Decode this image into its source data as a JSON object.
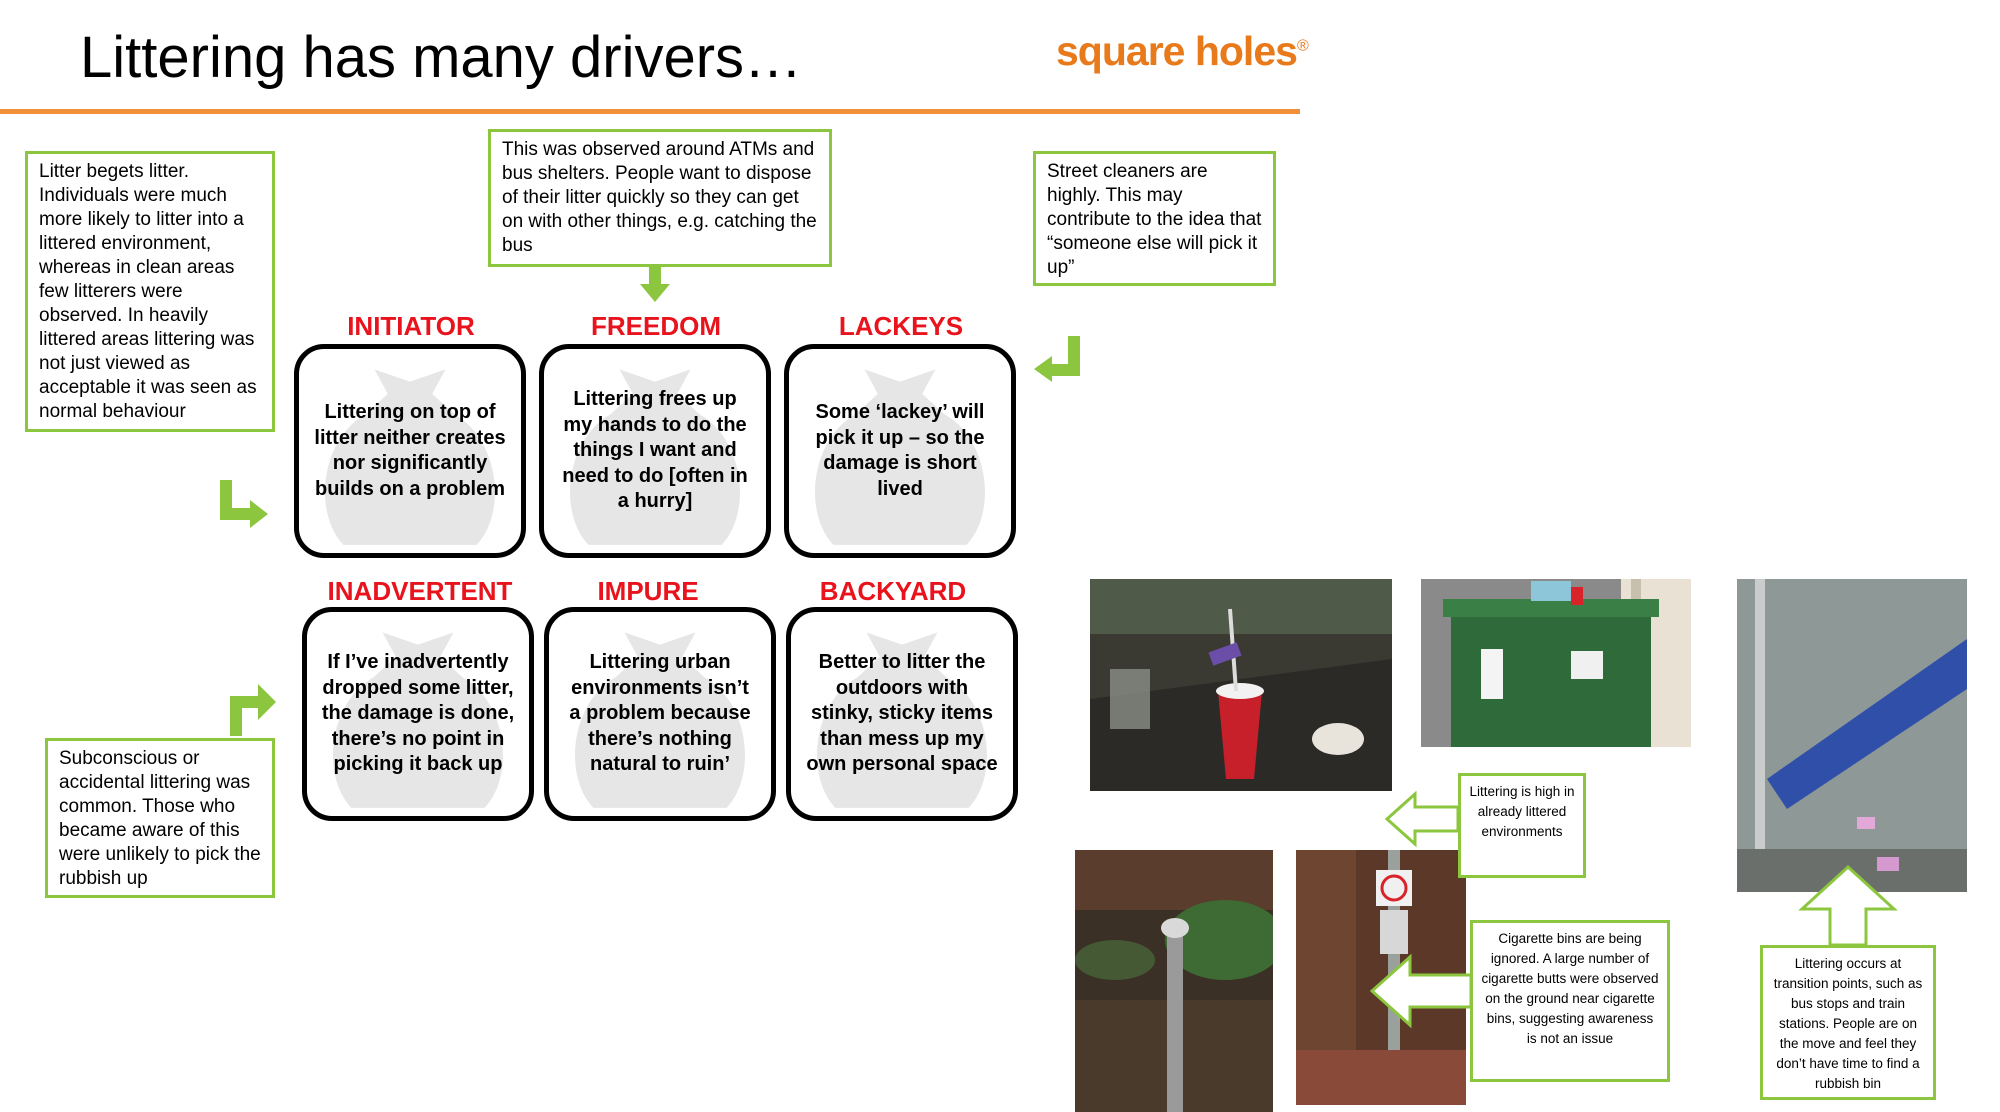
{
  "title": "Littering has many drivers…",
  "logo": {
    "text": "square holes",
    "mark": "®"
  },
  "colors": {
    "accent_rule": "#f0913a",
    "note_border": "#8cc63f",
    "label_red": "#e8131c",
    "logo_orange": "#e87a1c"
  },
  "notes": {
    "initiator": "Litter begets litter. Individuals were much more likely to litter into a littered environment, whereas in clean areas few litterers were observed. In heavily littered areas littering was not just viewed as acceptable it was seen as normal behaviour",
    "freedom": "This was observed around  ATMs and bus shelters. People want to dispose of their litter quickly so they can get on with other things, e.g. catching the bus",
    "lackeys": "Street cleaners are highly. This may contribute to the idea that “someone else will pick it up”",
    "inadvertent": "Subconscious or accidental littering was common. Those who became aware of this were unlikely to pick the rubbish up"
  },
  "drivers": [
    {
      "label": "INITIATOR",
      "text": "Littering on top of litter neither creates nor significantly builds on a problem"
    },
    {
      "label": "FREEDOM",
      "text": "Littering frees up my hands to do the things I want and need to do [often in a hurry]"
    },
    {
      "label": "LACKEYS",
      "text": "Some ‘lackey’ will pick it up – so the damage is short lived"
    },
    {
      "label": "INADVERTENT",
      "text": "If I’ve inadvertently dropped some litter, the damage is done, there’s no point in picking it back up"
    },
    {
      "label": "IMPURE",
      "text": "Littering urban environments isn’t a problem because there’s nothing natural to ruin’"
    },
    {
      "label": "BACKYARD",
      "text": "Better to litter the outdoors with stinky, sticky items than mess up my own personal space"
    }
  ],
  "photo_captions": {
    "high_littered": "Littering is high in already littered environments",
    "cigarette_bins": "Cigarette bins are being ignored.  A large number of cigarette butts were observed on the ground near cigarette bins, suggesting awareness is not an issue",
    "transition": "Littering occurs at transition points, such as bus stops and train stations. People are on the move and feel they don’t have time to find a rubbish bin"
  },
  "icons": [
    "arrow-down-icon",
    "arrow-turn-left-icon",
    "arrow-turn-right-icon",
    "arrow-up-right-icon",
    "hollow-arrow-left-icon",
    "hollow-arrow-up-icon",
    "rubbish-bag-icon"
  ]
}
